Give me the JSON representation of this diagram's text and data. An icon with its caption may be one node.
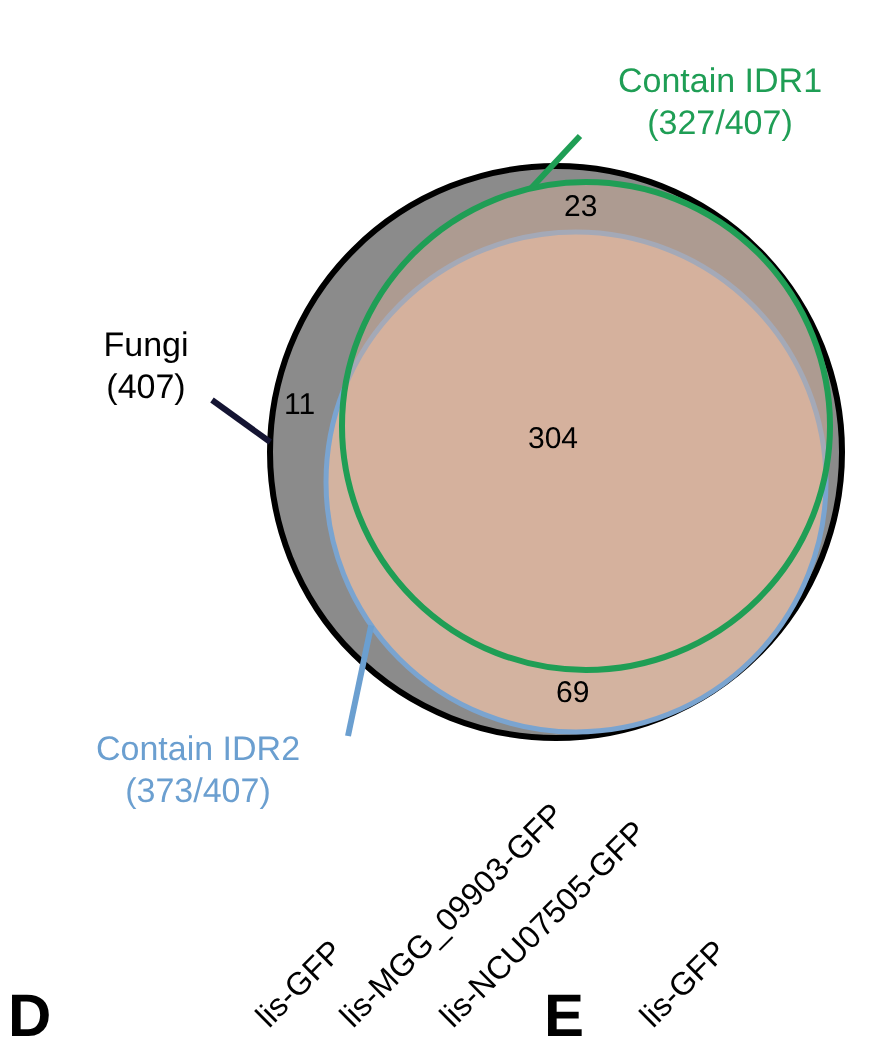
{
  "diagram": {
    "nodes": [
      {
        "text": [
          "Fungi (407)"
        ]
      },
      {
        "text": [],
        "shape": "circle"
      },
      {
        "text": [
          "Contain IDR1 (327/407)"
        ]
      },
      {
        "text": [],
        "shape": "circle",
        "in": 1
      },
      {
        "text": [
          "Contain IDR2 (373/407)"
        ]
      },
      {
        "text": [],
        "shape": "circle",
        "in": 1
      }
    ],
    "edges": [
      {
        "from": 0,
        "to": 1,
        "arrow": "none",
        "color": "#141432"
      },
      {
        "from": 2,
        "to": 3,
        "arrow": "none",
        "color": "#1f9e55"
      },
      {
        "from": 4,
        "to": 5,
        "arrow": "none",
        "color": "#6b9fd0"
      }
    ],
    "labels": [
      "23",
      "11",
      "304",
      "69",
      "lis-GFP",
      "lis-MGG_09903-GFP",
      "lis-NCU07505-GFP",
      "D",
      "E",
      "lis-GFP"
    ]
  }
}
